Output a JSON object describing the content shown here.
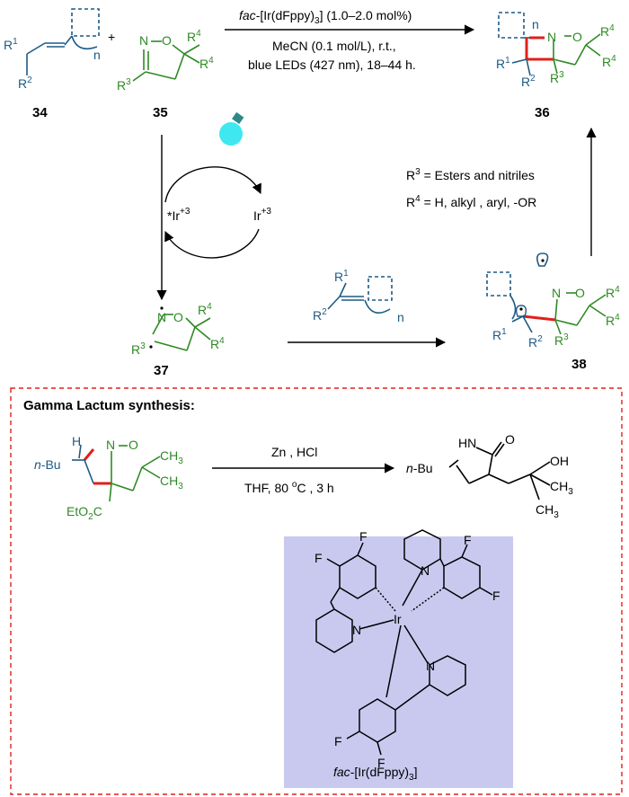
{
  "compounds": {
    "c34": "34",
    "c35": "35",
    "c36": "36",
    "c37": "37",
    "c38": "38"
  },
  "labels": {
    "R": "R",
    "n": "n",
    "one": "1",
    "two": "2",
    "three": "3",
    "four": "4",
    "N": "N",
    "O": "O",
    "plus": "+"
  },
  "conditions": {
    "catalyst_prefix": "fac",
    "catalyst_rest": "-[Ir(dFppy)",
    "catalyst_sub": "3",
    "catalyst_loading": "] (1.0–2.0 mol%)",
    "line2": "MeCN (0.1 mol/L), r.t.,",
    "line3": "blue LEDs (427 nm), 18–44 h."
  },
  "cycle": {
    "ir_excited_prefix": "*Ir",
    "ir_ground": "Ir",
    "ir_charge": "+3"
  },
  "scope": {
    "r3_label": "R",
    "r3_sup": "3",
    "r3_text": " =  Esters and nitriles",
    "r4_label": "R",
    "r4_sup": "4",
    "r4_text": " =  H, alkyl , aryl, -OR"
  },
  "gamma": {
    "heading": "Gamma Lactum synthesis:",
    "reagents": "Zn , HCl",
    "conditions_prefix": "THF, 80 ",
    "conditions_deg": "o",
    "conditions_suffix": "C , 3 h",
    "nbu": "n",
    "bu": "-Bu",
    "H": "H",
    "CH": "CH",
    "sub3": "3",
    "EtO": "EtO",
    "sub2": "2",
    "C": "C",
    "HN": "HN",
    "OH": "OH"
  },
  "catalyst_box": {
    "F": "F",
    "N": "N",
    "Ir": "Ir",
    "caption_prefix": "fac",
    "caption_rest": "-[Ir(dFppy)",
    "caption_sub": "3",
    "caption_end": "]",
    "bg_color": "#c9c9f0"
  },
  "colors": {
    "blue": "#1d5a85",
    "green": "#2e8a25",
    "red": "#e0201b",
    "bulb": "#3fe8f0"
  }
}
